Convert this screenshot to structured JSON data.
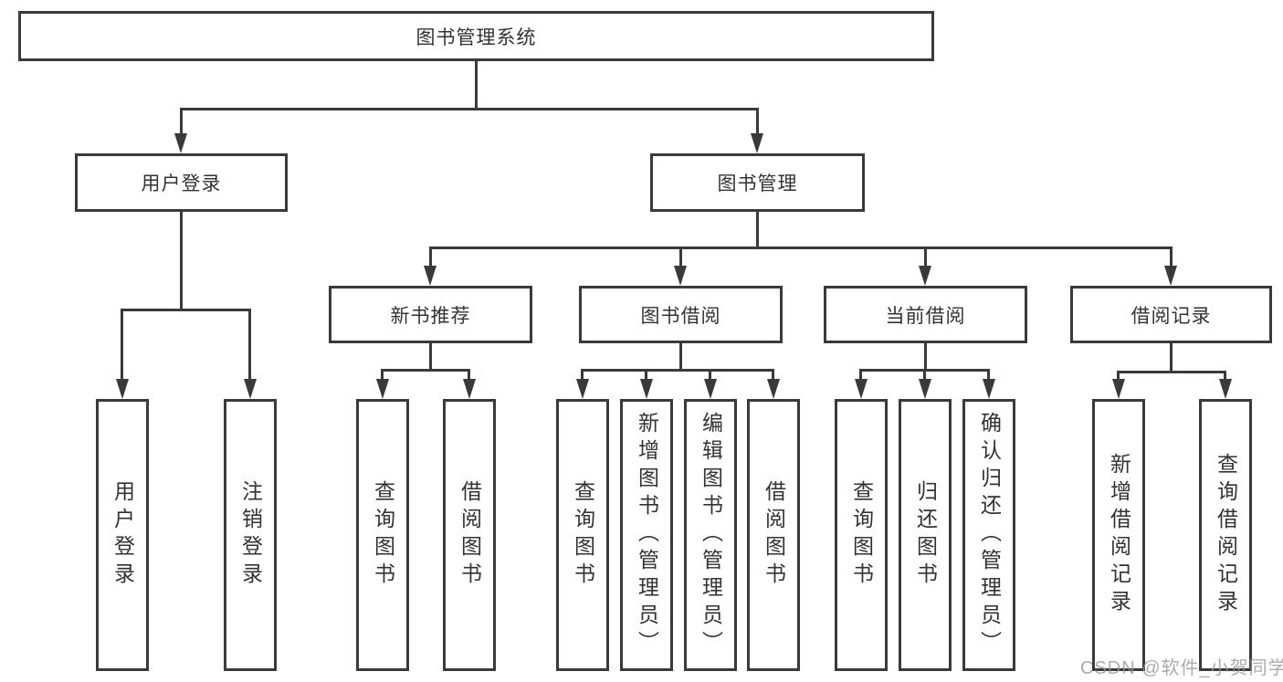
{
  "tree": {
    "root": {
      "label": "图书管理系统",
      "children": [
        {
          "label": "用户登录",
          "children": [
            {
              "label": "用户登录"
            },
            {
              "label": "注销登录"
            }
          ]
        },
        {
          "label": "图书管理",
          "children": [
            {
              "label": "新书推荐",
              "children": [
                {
                  "label": "查询图书"
                },
                {
                  "label": "借阅图书"
                }
              ]
            },
            {
              "label": "图书借阅",
              "children": [
                {
                  "label": "查询图书"
                },
                {
                  "label": "新增图书（管理员）"
                },
                {
                  "label": "编辑图书（管理员）"
                },
                {
                  "label": "借阅图书"
                }
              ]
            },
            {
              "label": "当前借阅",
              "children": [
                {
                  "label": "查询图书"
                },
                {
                  "label": "归还图书"
                },
                {
                  "label": "确认归还（管理员）"
                }
              ]
            },
            {
              "label": "借阅记录",
              "children": [
                {
                  "label": "新增借阅记录"
                },
                {
                  "label": "查询借阅记录"
                }
              ]
            }
          ]
        }
      ]
    }
  },
  "colors": {
    "line": "#3a3a3a",
    "text": "#333333",
    "background": "#ffffff",
    "watermark": "#969696"
  },
  "watermark": {
    "text": "CSDN @软件_小贺同学"
  }
}
